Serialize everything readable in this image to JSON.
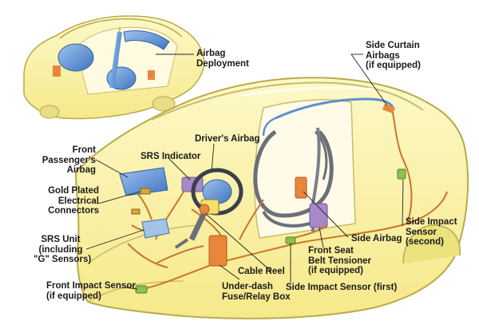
{
  "labels": {
    "airbag_deployment": "Airbag\nDeployment",
    "side_curtain_airbags": "Side Curtain\nAirbags\n(if equipped)",
    "drivers_airbag": "Driver's Airbag",
    "front_passenger_airbag": "Front\nPassenger's\nAirbag",
    "srs_indicator": "SRS Indicator",
    "gold_plated_connectors": "Gold Plated\nElectrical\nConnectors",
    "srs_unit": "SRS Unit\n(including\n\"G\" Sensors)",
    "side_airbag": "Side Airbag",
    "side_impact_sensor_second": "Side Impact\nSensor\n(second)",
    "front_seat_belt_tensioner": "Front Seat\nBelt Tensioner\n(if equipped)",
    "cable_reel": "Cable Reel",
    "front_impact_sensor": "Front Impact Sensor\n(if equipped)",
    "under_dash_fuse_box": "Under-dash\nFuse/Relay Box",
    "side_impact_sensor_first": "Side Impact Sensor (first)"
  },
  "colors": {
    "body_yellow": "#fbf3a6",
    "body_outline": "#b8ab4a",
    "airbag_blue": "#5b8fd0",
    "wiring_orange": "#c8762a",
    "component_orange": "#e8873a",
    "sensor_green": "#8cc24a",
    "unit_purple": "#a889c8"
  }
}
